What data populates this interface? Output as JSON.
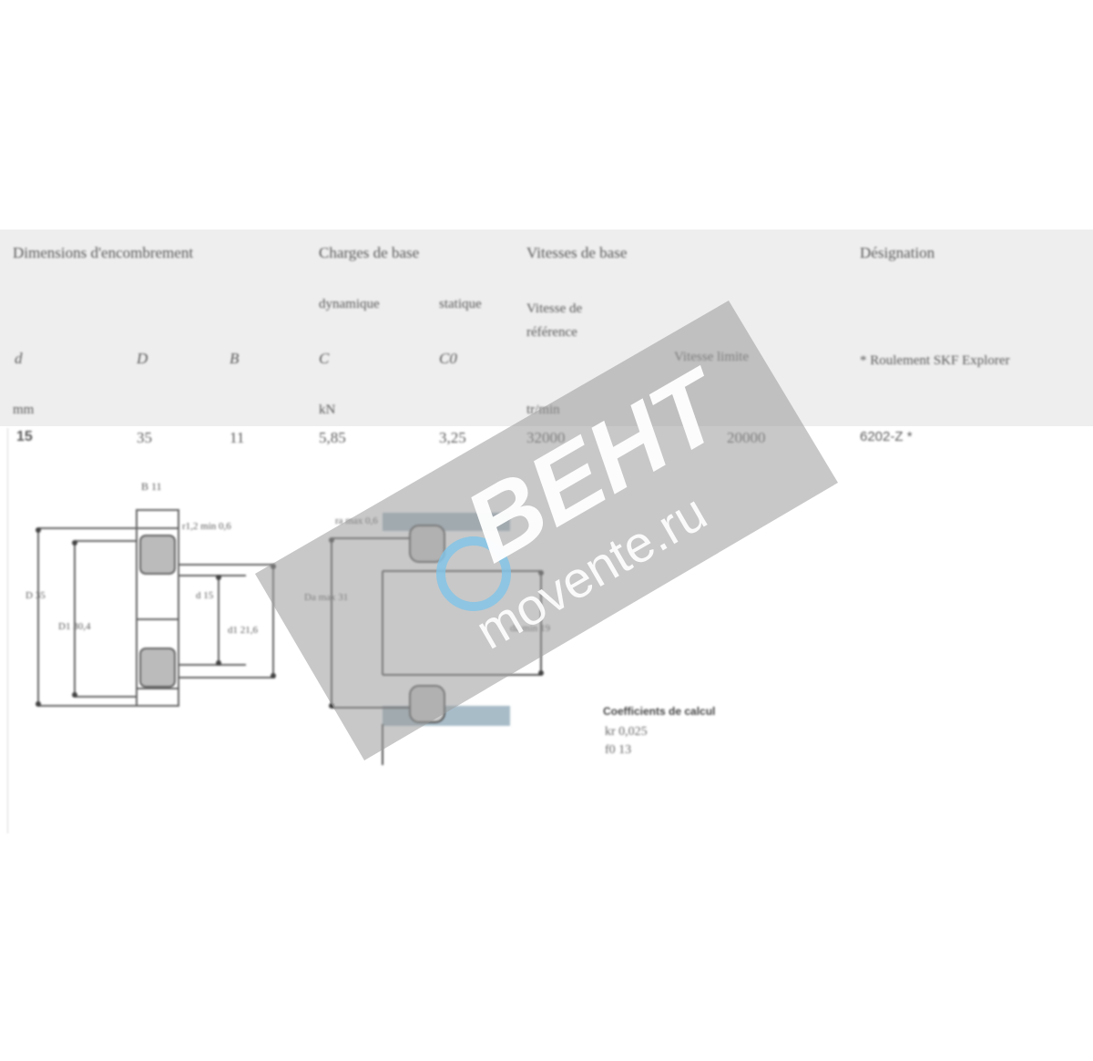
{
  "table": {
    "groups": {
      "dimensions": "Dimensions d'encombrement",
      "loads": "Charges de base",
      "speeds": "Vitesses de base",
      "designation": "Désignation"
    },
    "subheaders": {
      "dynamic": "dynamique",
      "static": "statique",
      "reference_speed": "Vitesse de référence",
      "limit_speed": "Vitesse limite",
      "designation_note": "* Roulement SKF Explorer"
    },
    "columns": [
      "d",
      "D",
      "B",
      "C",
      "C0"
    ],
    "units": {
      "mm": "mm",
      "kn": "kN",
      "rpm": "tr/min"
    },
    "row": {
      "d": "15",
      "D": "35",
      "B": "11",
      "C": "5,85",
      "C0": "3,25",
      "ref_speed": "32000",
      "limit_speed": "20000",
      "designation": "6202-Z *"
    }
  },
  "drawing": {
    "labels": {
      "b": "B 11",
      "r12": "r1,2 min 0,6",
      "D": "D 35",
      "D1": "D1 30,4",
      "d": "d 15",
      "d1": "d1 21,6",
      "ra": "ra max 0,6",
      "da": "da min 19",
      "Da": "Da max 31"
    }
  },
  "coefficients": {
    "title": "Coefficients de calcul",
    "kr_label": "kr",
    "kr": "0,025",
    "f0_label": "f0",
    "f0": "13"
  },
  "watermark": {
    "brand": "ВЕНТ",
    "site": "movente.ru",
    "color": "#9a9a9a",
    "accent": "#7fc4e8"
  }
}
